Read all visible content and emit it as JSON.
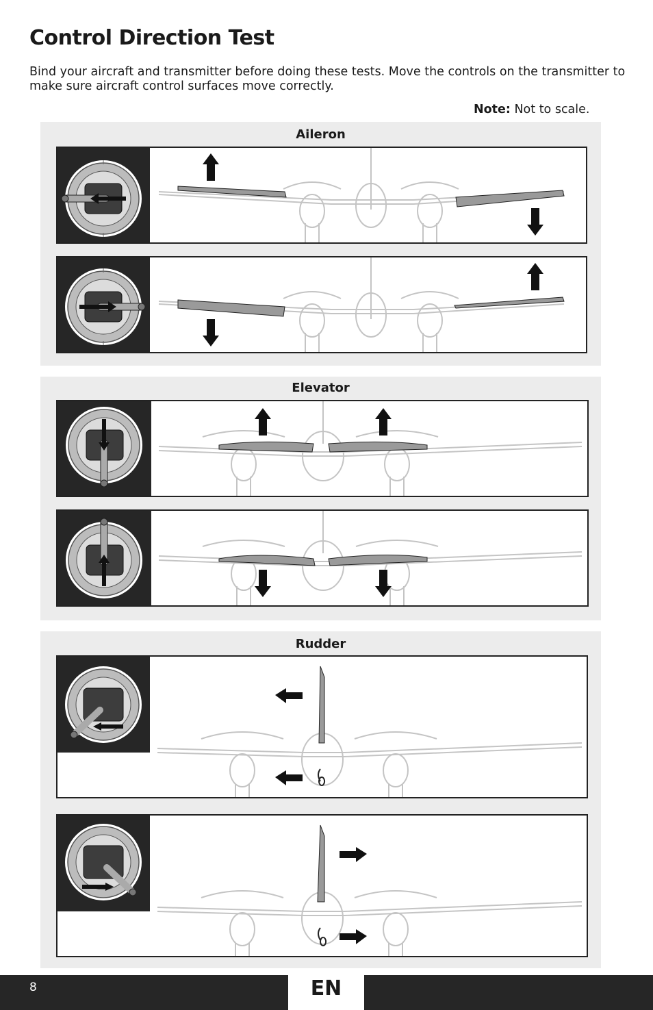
{
  "page": {
    "title": "Control Direction Test",
    "intro": "Bind your aircraft and transmitter before doing these tests. Move the controls on the transmitter to make sure aircraft control surfaces move correctly.",
    "note_label": "Note:",
    "note_text": " Not to scale."
  },
  "sections": [
    {
      "title": "Aileron"
    },
    {
      "title": "Elevator"
    },
    {
      "title": "Rudder"
    }
  ],
  "footer": {
    "page_number": "8",
    "language": "EN"
  },
  "colors": {
    "ink": "#1a1a1a",
    "section_bg": "#ececec",
    "footer_bg": "#262626",
    "surface_gray": "#9a9a9a",
    "plane_line": "#c4c4c4"
  },
  "icons": [
    "transmitter-stick-icon",
    "arrow-up-icon",
    "arrow-down-icon",
    "arrow-left-icon",
    "arrow-right-icon",
    "aircraft-front-view-icon"
  ]
}
